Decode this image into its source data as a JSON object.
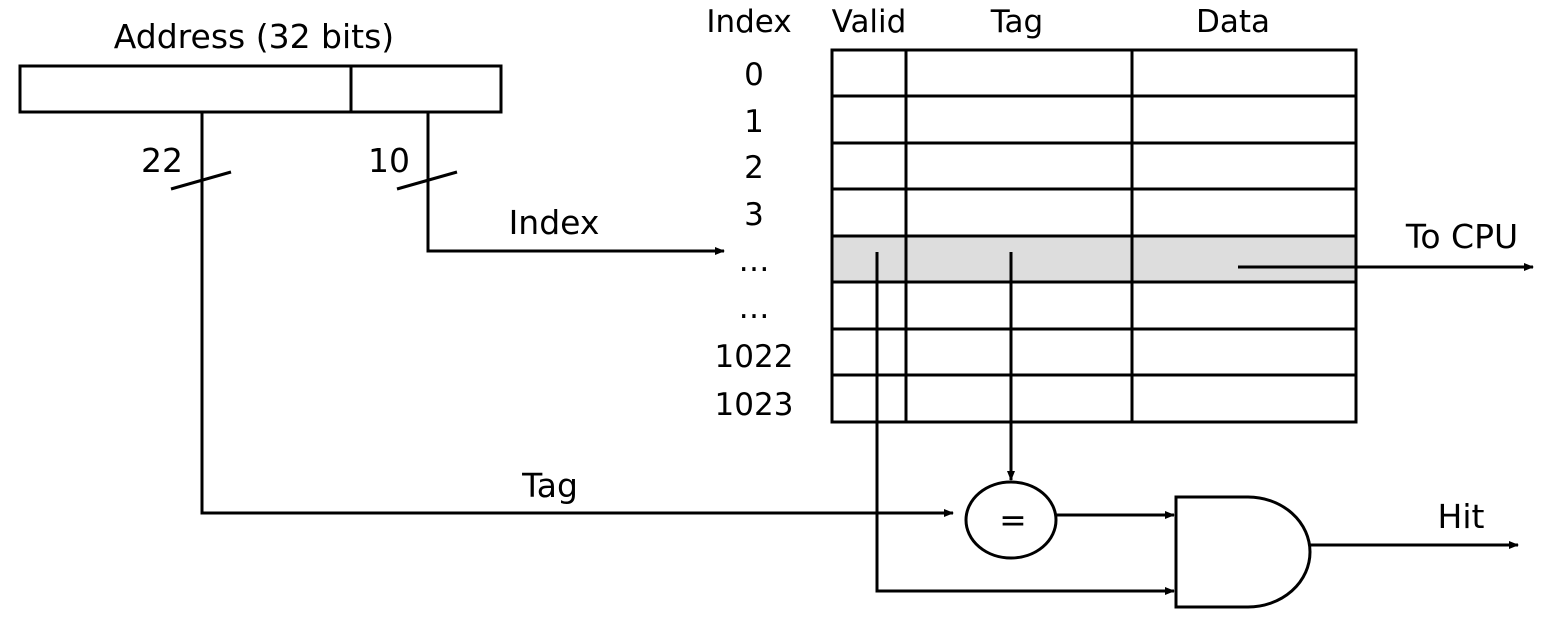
{
  "address": {
    "title": "Address (32 bits)",
    "tag_width": "22",
    "index_width": "10"
  },
  "cache": {
    "headers": {
      "index": "Index",
      "valid": "Valid",
      "tag": "Tag",
      "data": "Data"
    },
    "row_indices": [
      "0",
      "1",
      "2",
      "3",
      "…",
      "…",
      "1022",
      "1023"
    ],
    "highlight_color": "#dddddd"
  },
  "signals": {
    "index": "Index",
    "tag": "Tag",
    "to_cpu": "To CPU",
    "comparator": "=",
    "hit": "Hit"
  }
}
